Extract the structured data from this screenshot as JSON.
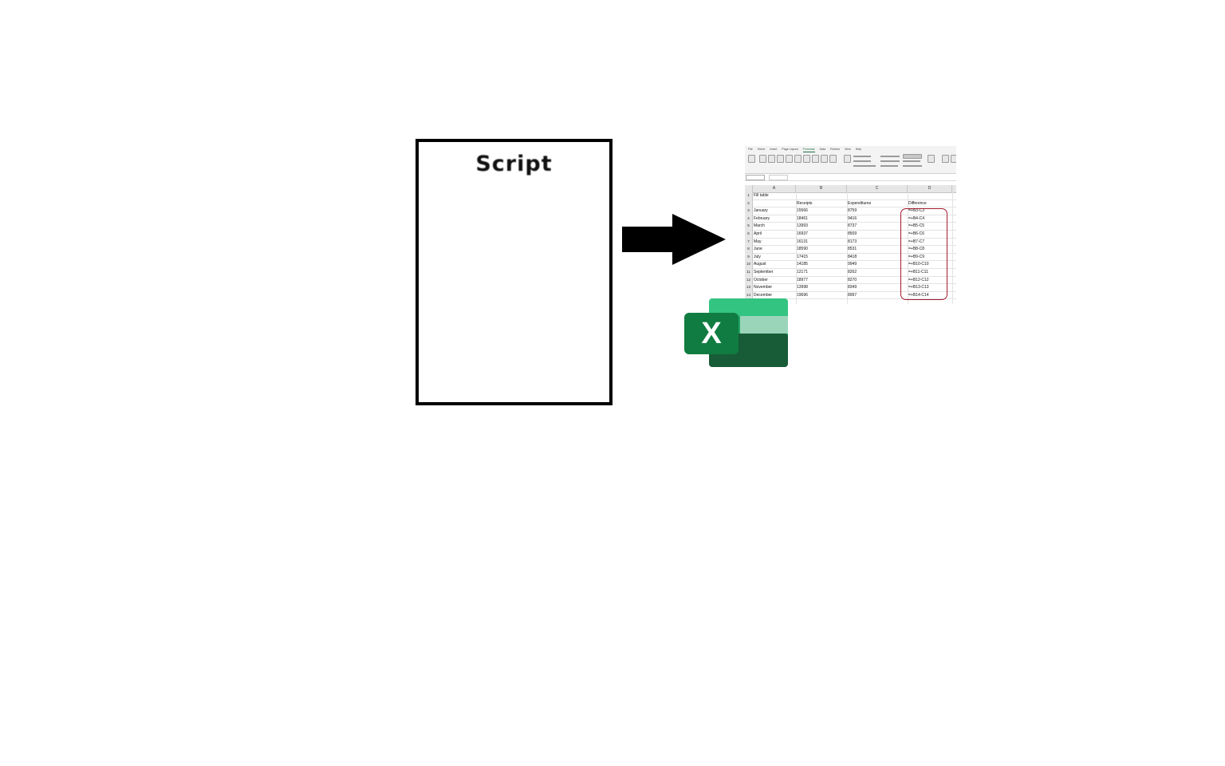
{
  "script_doc": {
    "title": "Script"
  },
  "excel_logo": {
    "letter": "X",
    "colors": {
      "dark": "#185c37",
      "mid": "#21a366",
      "light": "#33c481",
      "plate": "#107c41"
    }
  },
  "spreadsheet": {
    "ribbon_tabs": [
      "File",
      "Home",
      "Insert",
      "Page Layout",
      "Formulas",
      "Data",
      "Review",
      "View",
      "Help"
    ],
    "active_tab": "Formulas",
    "columns": [
      "A",
      "B",
      "C",
      "D"
    ],
    "rows": [
      {
        "num": "1",
        "A": "Fill table",
        "B": "",
        "C": "",
        "D": ""
      },
      {
        "num": "2",
        "A": "",
        "B": "Receipts",
        "C": "Expenditures",
        "D": "Difference"
      },
      {
        "num": "3",
        "A": "January",
        "B": "15566",
        "C": "8759",
        "D": "=+B3-C3"
      },
      {
        "num": "4",
        "A": "February",
        "B": "18461",
        "C": "9416",
        "D": "=+B4-C4"
      },
      {
        "num": "5",
        "A": "March",
        "B": "13993",
        "C": "8737",
        "D": "=+B5-C5"
      },
      {
        "num": "6",
        "A": "April",
        "B": "16937",
        "C": "8509",
        "D": "=+B6-C6"
      },
      {
        "num": "7",
        "A": "May",
        "B": "16131",
        "C": "8173",
        "D": "=+B7-C7"
      },
      {
        "num": "8",
        "A": "June",
        "B": "18590",
        "C": "8531",
        "D": "=+B8-C8"
      },
      {
        "num": "9",
        "A": "July",
        "B": "17415",
        "C": "8418",
        "D": "=+B9-C9"
      },
      {
        "num": "10",
        "A": "August",
        "B": "14185",
        "C": "9949",
        "D": "=+B10-C10"
      },
      {
        "num": "11",
        "A": "September",
        "B": "12171",
        "C": "8262",
        "D": "=+B11-C11"
      },
      {
        "num": "12",
        "A": "October",
        "B": "18977",
        "C": "8270",
        "D": "=+B12-C12"
      },
      {
        "num": "13",
        "A": "November",
        "B": "13998",
        "C": "8349",
        "D": "=+B13-C13"
      },
      {
        "num": "14",
        "A": "December",
        "B": "19696",
        "C": "8997",
        "D": "=+B14-C14"
      }
    ],
    "highlight_color": "#a6192e"
  }
}
